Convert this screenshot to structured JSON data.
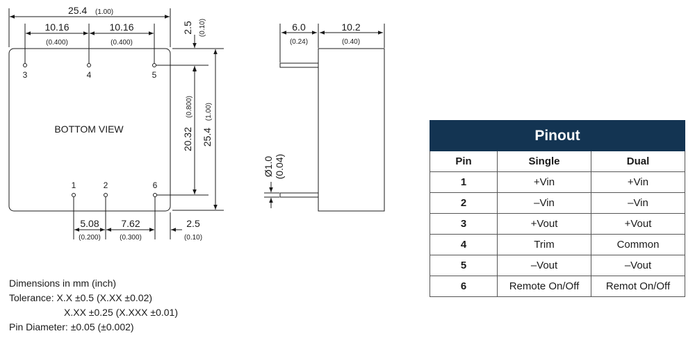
{
  "bottom_view": {
    "label": "BOTTOM VIEW",
    "pins": [
      "3",
      "4",
      "5",
      "1",
      "2",
      "6"
    ],
    "dims": {
      "overall_width": "25.4",
      "overall_width_in": "(1.00)",
      "pitch_a": "10.16",
      "pitch_a_in": "(0.400)",
      "pitch_b": "10.16",
      "pitch_b_in": "(0.400)",
      "top_offset": "2.5",
      "top_offset_in": "(0.10)",
      "pin_span": "20.32",
      "pin_span_in": "(0.800)",
      "overall_height": "25.4",
      "overall_height_in": "(1.00)",
      "bottom_a": "5.08",
      "bottom_a_in": "(0.200)",
      "bottom_b": "7.62",
      "bottom_b_in": "(0.300)",
      "bottom_c": "2.5",
      "bottom_c_in": "(0.10)"
    }
  },
  "side_view": {
    "pin_length": "6.0",
    "pin_length_in": "(0.24)",
    "body_depth": "10.2",
    "body_depth_in": "(0.40)",
    "pin_diameter": "Ø1.0",
    "pin_diameter_in": "(0.04)"
  },
  "notes": {
    "line1": "Dimensions in mm (inch)",
    "line2": "Tolerance: X.X ±0.5 (X.XX ±0.02)",
    "line3": "X.XX ±0.25 (X.XXX ±0.01)",
    "line4": "Pin Diameter: ±0.05 (±0.002)"
  },
  "pinout": {
    "title": "Pinout",
    "headers": [
      "Pin",
      "Single",
      "Dual"
    ],
    "rows": [
      [
        "1",
        "+Vin",
        "+Vin"
      ],
      [
        "2",
        "–Vin",
        "–Vin"
      ],
      [
        "3",
        "+Vout",
        "+Vout"
      ],
      [
        "4",
        "Trim",
        "Common"
      ],
      [
        "5",
        "–Vout",
        "–Vout"
      ],
      [
        "6",
        "Remote On/Off",
        "Remot On/Off"
      ]
    ],
    "title_color": "#133452"
  }
}
